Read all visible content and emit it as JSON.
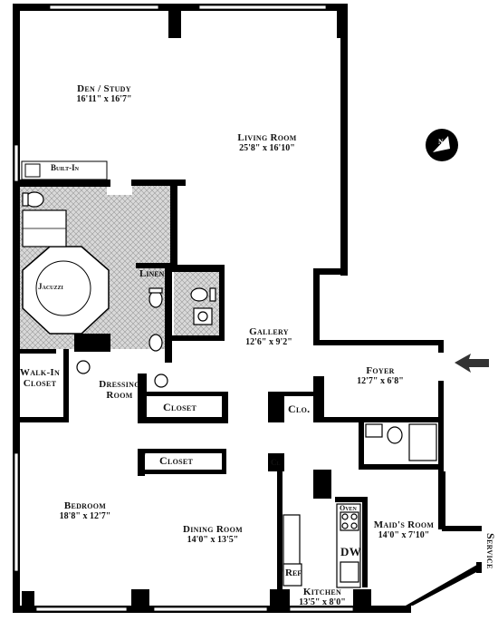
{
  "rooms": {
    "den": {
      "name": "Den / Study",
      "dims": "16'11\" x 16'7\""
    },
    "living": {
      "name": "Living Room",
      "dims": "25'8\" x 16'10\""
    },
    "gallery": {
      "name": "Gallery",
      "dims": "12'6\" x 9'2\""
    },
    "foyer": {
      "name": "Foyer",
      "dims": "12'7\" x 6'8\""
    },
    "bedroom": {
      "name": "Bedroom",
      "dims": "18'8\" x 12'7\""
    },
    "dining": {
      "name": "Dining Room",
      "dims": "14'0\" x 13'5\""
    },
    "maids": {
      "name": "Maid's Room",
      "dims": "14'0\" x 7'10\""
    },
    "kitchen": {
      "name": "Kitchen",
      "dims": "13'5\" x 8'0\""
    },
    "walkin": {
      "line1": "Walk-In",
      "line2": "Closet"
    },
    "dressing": {
      "line1": "Dressing",
      "line2": "Room"
    }
  },
  "labels": {
    "builtin": "Built-In",
    "jacuzzi": "Jacuzzi",
    "linen": "Linen",
    "closet_a": "Closet",
    "closet_b": "Closet",
    "clo": "Clo.",
    "cl": "Cl",
    "oven": "Oven",
    "dw": "DW",
    "ref": "Ref",
    "service": "Service",
    "compass": "N"
  }
}
